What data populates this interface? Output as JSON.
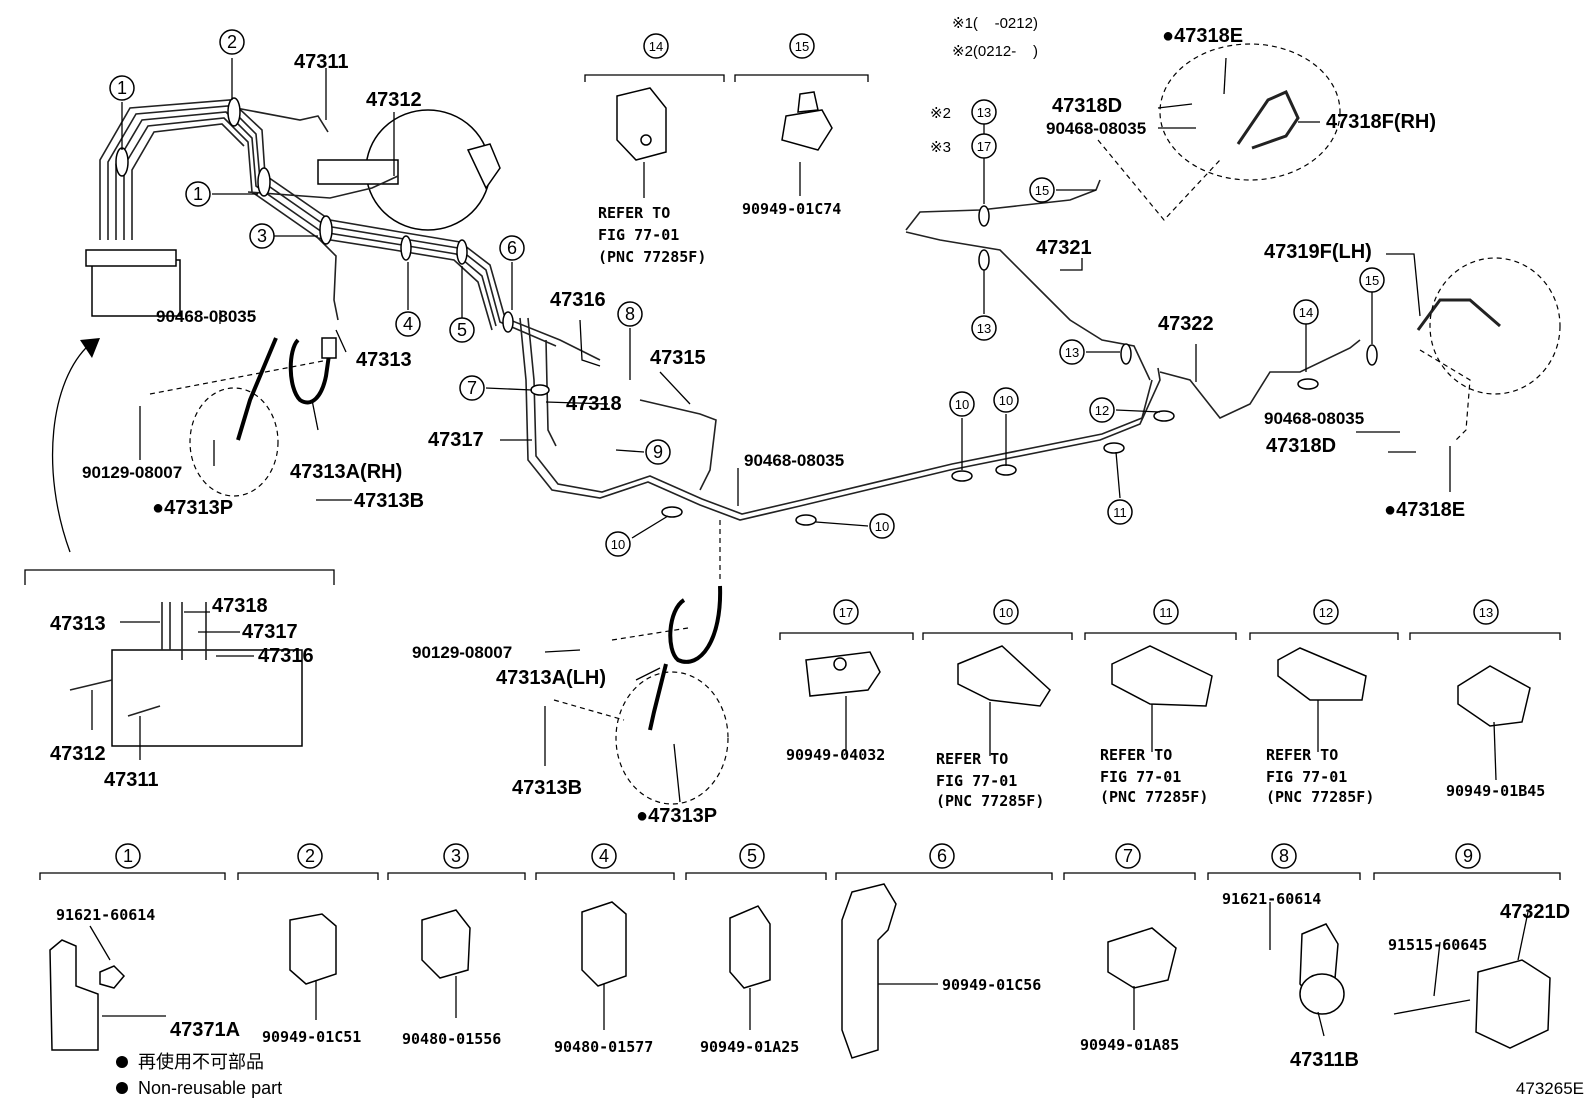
{
  "diagram_code": "473265E",
  "notes": {
    "n1": "※1(    -0212)",
    "n2": "※2(0212-    )",
    "ref2": "※2",
    "ref3": "※3"
  },
  "legend": {
    "jp": "再使用不可部品",
    "en": "Non-reusable part"
  },
  "refer": {
    "l1": "REFER TO",
    "l2": "FIG 77-01",
    "l3": "(PNC 77285F)"
  },
  "labels": {
    "p47311": "47311",
    "p47312": "47312",
    "p47313": "47313",
    "p47313A_RH": "47313A(RH)",
    "p47313A_LH": "47313A(LH)",
    "p47313B": "47313B",
    "p47313P": "●47313P",
    "p47315": "47315",
    "p47316": "47316",
    "p47317": "47317",
    "p47318": "47318",
    "p47318D": "47318D",
    "p47318E": "●47318E",
    "p47318F_RH": "47318F(RH)",
    "p47319F_LH": "47319F(LH)",
    "p47321": "47321",
    "p47322": "47322",
    "p90468": "90468-08035",
    "p90129": "90129-08007",
    "p90949_01C74": "90949-01C74",
    "p90949_04032": "90949-04032",
    "p90949_01B45": "90949-01B45",
    "p90949_01C51": "90949-01C51",
    "p90480_01556": "90480-01556",
    "p90480_01577": "90480-01577",
    "p90949_01A25": "90949-01A25",
    "p90949_01C56": "90949-01C56",
    "p90949_01A85": "90949-01A85",
    "p91621": "91621-60614",
    "p91515": "91515-60645",
    "p47371A": "47371A",
    "p47311B": "47311B",
    "p47321D": "47321D"
  },
  "callouts": {
    "c1": "1",
    "c2": "2",
    "c3": "3",
    "c4": "4",
    "c5": "5",
    "c6": "6",
    "c7": "7",
    "c8": "8",
    "c9": "9",
    "c10": "10",
    "c11": "11",
    "c12": "12",
    "c13": "13",
    "c14": "14",
    "c15": "15",
    "c17": "17"
  }
}
